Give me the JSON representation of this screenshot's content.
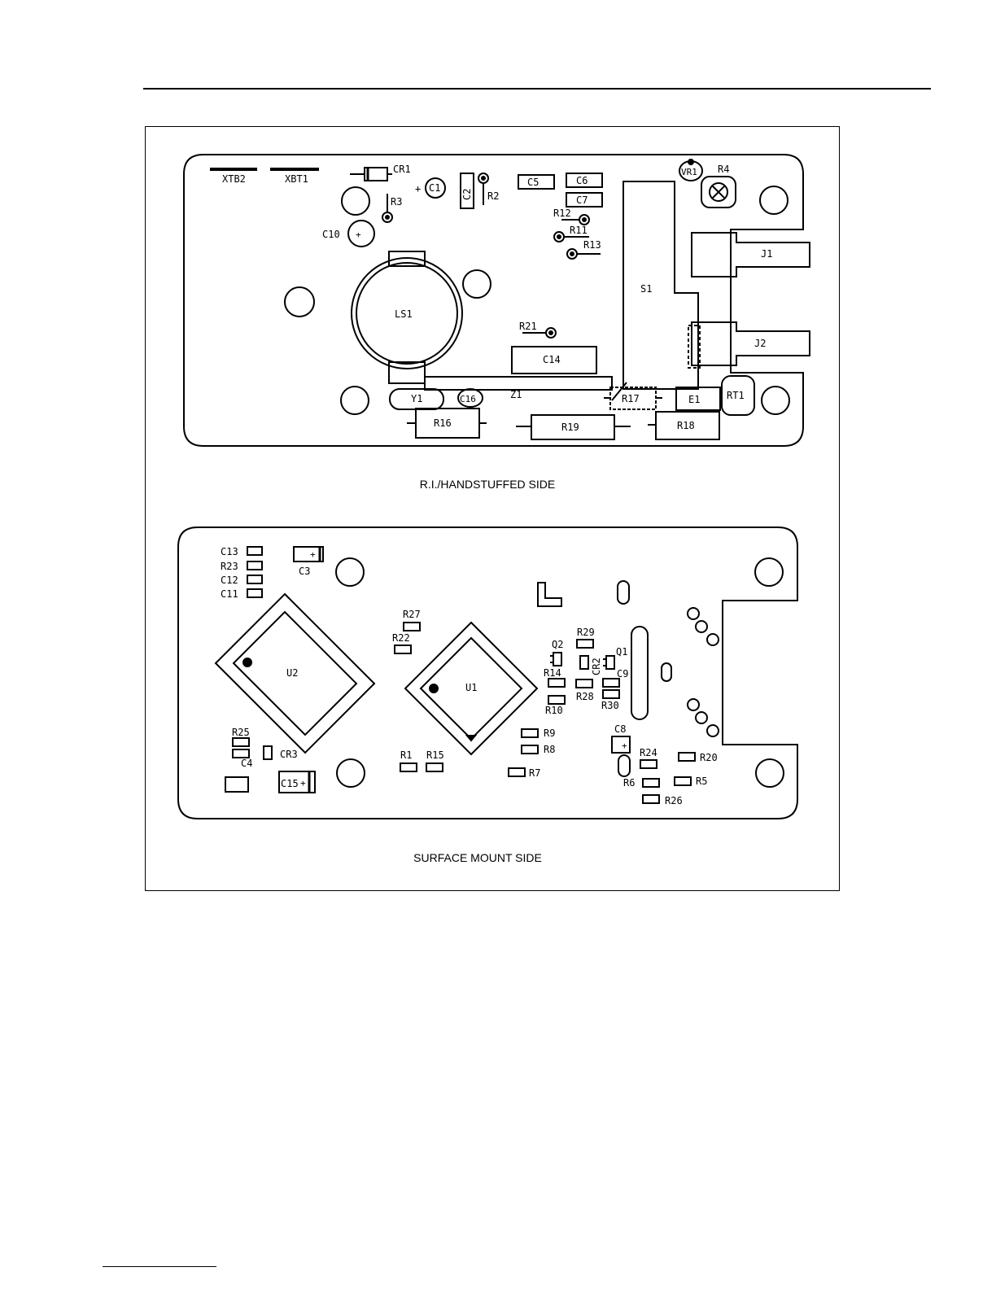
{
  "figure": {
    "top_caption": "R.I./HANDSTUFFED SIDE",
    "bottom_caption": "SURFACE MOUNT SIDE"
  },
  "top_board": {
    "labels": {
      "xtb2": "XTB2",
      "xbt1": "XBT1",
      "cr1": "CR1",
      "c1": "C1",
      "c2": "C2",
      "r2": "R2",
      "c5": "C5",
      "c6": "C6",
      "c7": "C7",
      "vr1": "VR1",
      "r4": "R4",
      "r3": "R3",
      "c10": "C10",
      "r12": "R12",
      "r11": "R11",
      "r13": "R13",
      "j1": "J1",
      "s1": "S1",
      "ls1": "LS1",
      "r21": "R21",
      "c14": "C14",
      "j2": "J2",
      "y1": "Y1",
      "c16": "C16",
      "z1": "Z1",
      "r17": "R17",
      "e1": "E1",
      "rt1": "RT1",
      "r16": "R16",
      "r19": "R19",
      "r18": "R18"
    }
  },
  "bottom_board": {
    "labels": {
      "c13": "C13",
      "r23": "R23",
      "c12": "C12",
      "c11": "C11",
      "c3": "C3",
      "u2": "U2",
      "u1": "U1",
      "r27": "R27",
      "r22": "R22",
      "r29": "R29",
      "q2": "Q2",
      "cr2": "CR2",
      "q1": "Q1",
      "r14": "R14",
      "c9": "C9",
      "r28": "R28",
      "r10": "R10",
      "r30": "R30",
      "r9": "R9",
      "r8": "R8",
      "c8": "C8",
      "r24": "R24",
      "r20": "R20",
      "r25": "R25",
      "cr3": "CR3",
      "c4": "C4",
      "r1": "R1",
      "r15": "R15",
      "r7": "R7",
      "r6": "R6",
      "r5": "R5",
      "r26": "R26",
      "c15": "C15"
    }
  }
}
